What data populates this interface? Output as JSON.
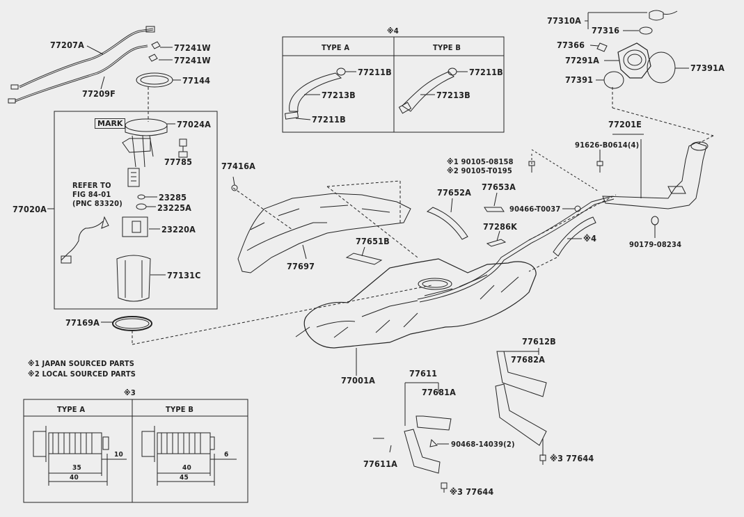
{
  "parts": {
    "p77207A": "77207A",
    "p77209F": "77209F",
    "p77241W_a": "77241W",
    "p77241W_b": "77241W",
    "p77144": "77144",
    "p77024A": "77024A",
    "mark": "MARK",
    "p77785": "77785",
    "p77020A": "77020A",
    "refer1": "REFER TO",
    "refer2": "FIG 84-01",
    "refer3": "(PNC 83320)",
    "p23285": "23285",
    "p23225A": "23225A",
    "p23220A": "23220A",
    "p77131C": "77131C",
    "p77169A": "77169A",
    "p77416A": "77416A",
    "p77697": "77697",
    "p77651B": "77651B",
    "p77652A": "77652A",
    "p77653A": "77653A",
    "p77286K": "77286K",
    "p90466": "90466-T0037",
    "p90105a": "※1 90105-08158",
    "p90105b": "※2 90105-T0195",
    "p91626": "91626-B0614(4)",
    "p77201E": "77201E",
    "p90179": "90179-08234",
    "star4b": "※4",
    "p77001A": "77001A",
    "p77611": "77611",
    "p77681A": "77681A",
    "p90468": "90468-14039(2)",
    "p77611A": "77611A",
    "p77644a": "※3 77644",
    "p77644b": "※3 77644",
    "p77612B": "77612B",
    "p77682A": "77682A",
    "p77310A": "77310A",
    "p77316": "77316",
    "p77366": "77366",
    "p77291A": "77291A",
    "p77391": "77391",
    "p77391A": "77391A",
    "p77211B_a": "77211B",
    "p77213B_a": "77213B",
    "p77211B_c": "77211B",
    "p77211B_b": "77211B",
    "p77213B_b": "77213B"
  },
  "box4": {
    "ref": "※4",
    "typeA": "TYPE A",
    "typeB": "TYPE B"
  },
  "box3": {
    "ref": "※3",
    "typeA": "TYPE A",
    "typeB": "TYPE B",
    "a_d1": "35",
    "a_d2": "10",
    "a_d3": "40",
    "b_d1": "40",
    "b_d2": "6",
    "b_d3": "45"
  },
  "notes": {
    "n1": "※1 JAPAN SOURCED PARTS",
    "n2": "※2 LOCAL SOURCED PARTS"
  }
}
